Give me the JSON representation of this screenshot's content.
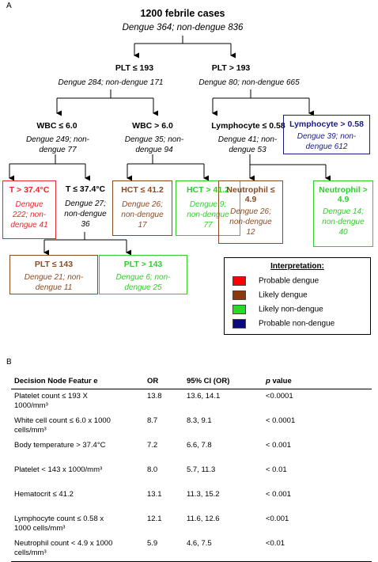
{
  "panel_a": {
    "label": "A"
  },
  "panel_b": {
    "label": "B"
  },
  "root": {
    "title": "1200 febrile cases",
    "sub": "Dengue 364; non-dengue 836"
  },
  "nodes": {
    "plt_le_193": {
      "label": "PLT ≤ 193",
      "sub": "Dengue 284; non-dengue 171"
    },
    "plt_gt_193": {
      "label": "PLT > 193",
      "sub": "Dengue 80; non-dengue 665"
    },
    "wbc_le_6": {
      "label": "WBC ≤ 6.0",
      "sub_1": "Dengue 249; non-",
      "sub_2": "dengue 77"
    },
    "wbc_gt_6": {
      "label": "WBC > 6.0",
      "sub_1": "Dengue 35; non-",
      "sub_2": "dengue 94"
    },
    "lymph_le": {
      "label": "Lymphocyte ≤ 0.58",
      "sub_1": "Dengue 41; non-",
      "sub_2": "dengue 53"
    },
    "lymph_gt": {
      "label": "Lymphocyte > 0.58",
      "sub_1": "Dengue 39; non-",
      "sub_2": "dengue 612"
    },
    "t_gt": {
      "label": "T > 37.4°C",
      "sub_1": "Dengue",
      "sub_2": "222; non-",
      "sub_3": "dengue 41"
    },
    "t_le": {
      "label": "T ≤ 37.4°C",
      "sub_1": "Dengue 27;",
      "sub_2": "non-dengue",
      "sub_3": "36"
    },
    "hct_le": {
      "label": "HCT ≤ 41.2",
      "sub_1": "Dengue 26;",
      "sub_2": "non-dengue",
      "sub_3": "17"
    },
    "hct_gt": {
      "label": "HCT > 41.2",
      "sub_1": "Dengue 9;",
      "sub_2": "non-dengue",
      "sub_3": "77"
    },
    "neut_le": {
      "label_1": "Neutrophil ≤",
      "label_2": "4.9",
      "sub_1": "Dengue 26;",
      "sub_2": "non-dengue",
      "sub_3": "12"
    },
    "neut_gt": {
      "label_1": "Neutrophil >",
      "label_2": "4.9",
      "sub_1": "Dengue 14;",
      "sub_2": "non-dengue",
      "sub_3": "40"
    },
    "plt_le_143": {
      "label": "PLT ≤ 143",
      "sub_1": "Dengue 21; non-",
      "sub_2": "dengue 11"
    },
    "plt_gt_143": {
      "label": "PLT > 143",
      "sub_1": "Dengue 6; non-",
      "sub_2": "dengue 25"
    }
  },
  "legend": {
    "title": "Interpretation:",
    "items": [
      {
        "label": "Probable dengue",
        "color": "#ff0000"
      },
      {
        "label": "Likely dengue",
        "color": "#8b3a10"
      },
      {
        "label": "Likely non-dengue",
        "color": "#22dd22"
      },
      {
        "label": "Probable non-dengue",
        "color": "#0a0a80"
      }
    ]
  },
  "colors": {
    "red": "#e8282a",
    "brown": "#8a4a22",
    "green": "#2fcf2a",
    "blue": "#1a1a8c"
  },
  "table": {
    "headers": [
      "Decision Node Featur e",
      "OR",
      "95% CI  (OR)",
      "p value"
    ],
    "rows": [
      {
        "feature_1": "Platelet count ≤ 193 X",
        "feature_2": "1000/mm³",
        "or": "13.8",
        "ci": "13.6, 14.1",
        "p": "<0.0001"
      },
      {
        "feature_1": "White cell count ≤ 6.0 x 1000",
        "feature_2": "cells/mm³",
        "or": "8.7",
        "ci": "8.3,  9.1",
        "p": "< 0.0001"
      },
      {
        "feature_1": "Body temperature > 37.4°C",
        "feature_2": "",
        "or": "7.2",
        "ci": "6.6,  7.8",
        "p": "< 0.001"
      },
      {
        "feature_1": "Platelet < 143 x 1000/mm³",
        "feature_2": "",
        "or": "8.0",
        "ci": "5.7, 11.3",
        "p": "< 0.01"
      },
      {
        "feature_1": "Hematocrit ≤ 41.2",
        "feature_2": "",
        "or": "13.1",
        "ci": "11.3, 15.2",
        "p": "< 0.001"
      },
      {
        "feature_1": "Lymphocyte count ≤ 0.58 x",
        "feature_2": "1000 cells/mm³",
        "or": "12.1",
        "ci": "11.6, 12.6",
        "p": "<0.001"
      },
      {
        "feature_1": "Neutrophil count < 4.9 x 1000",
        "feature_2": "cells/mm³",
        "or": "5.9",
        "ci": "4.6,  7.5",
        "p": "<0.01"
      }
    ]
  }
}
